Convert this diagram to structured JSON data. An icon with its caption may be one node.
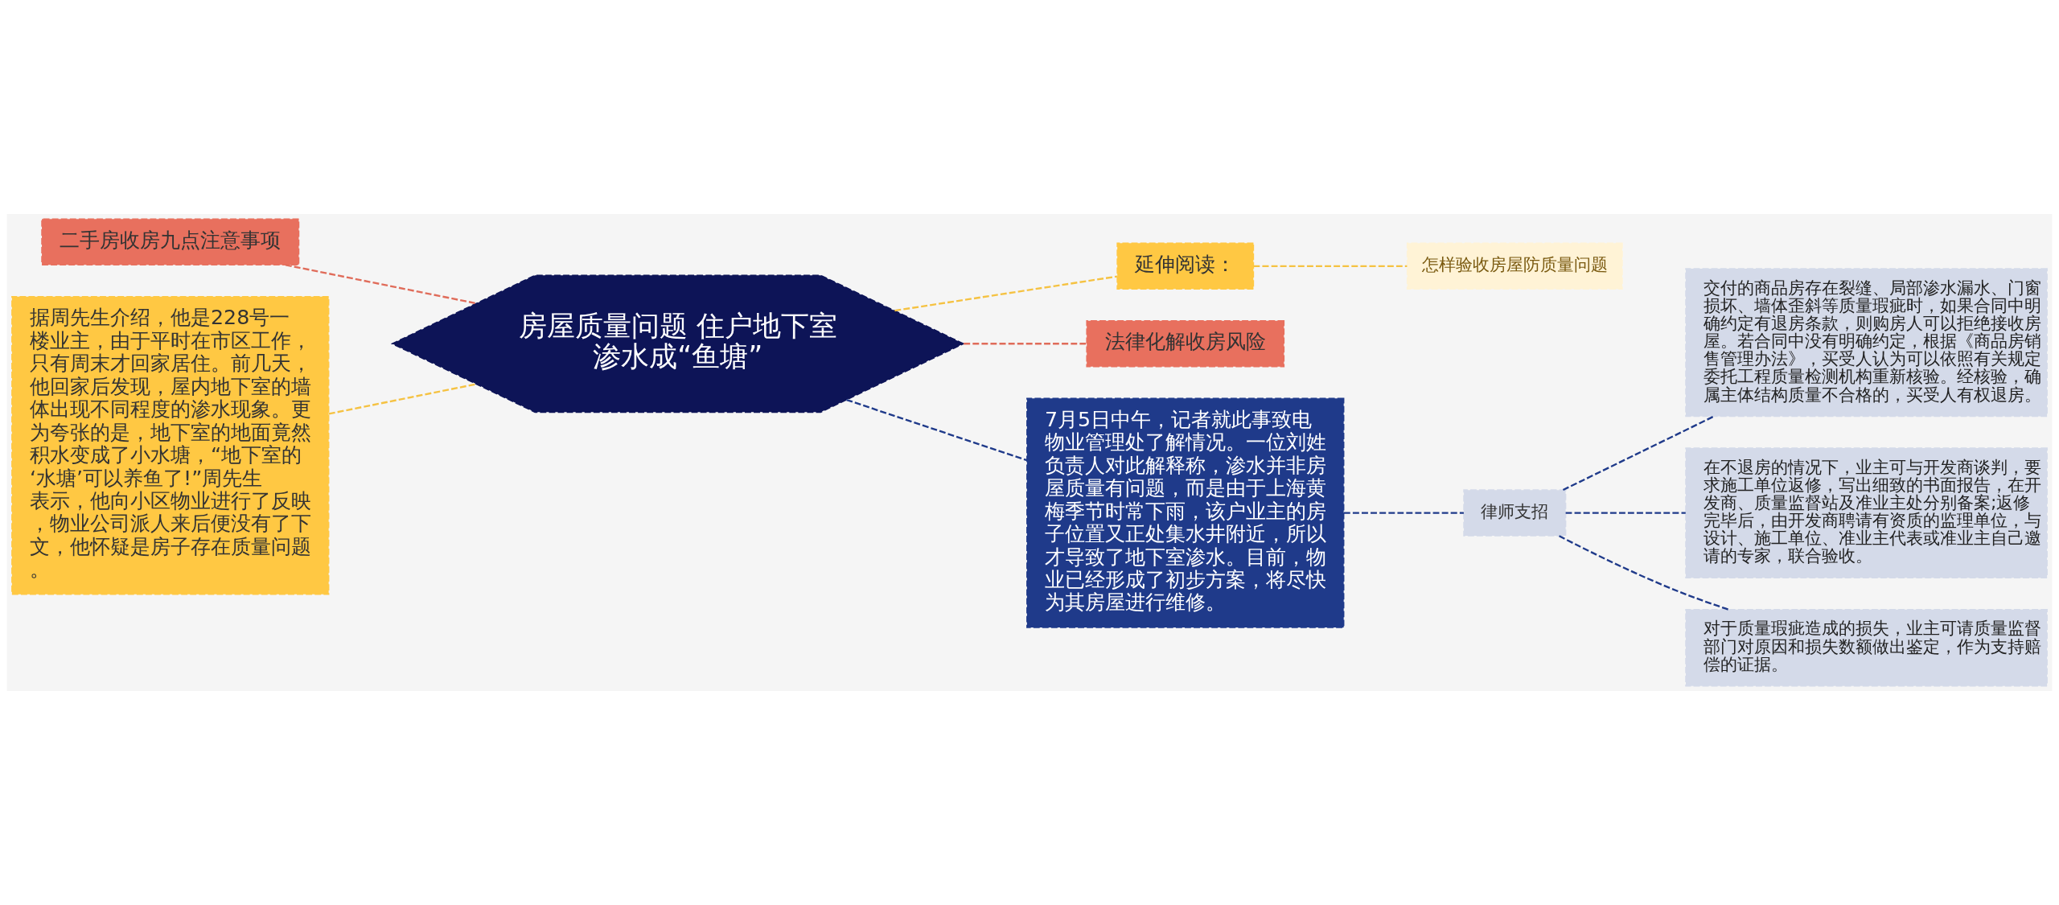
{
  "diagram": {
    "nodes": [
      {
        "text": [
          "房屋质量问题 住户地下室渗水成“鱼塘”"
        ]
      },
      {
        "text": [
          "二手房收房九点注意事项"
        ]
      },
      {
        "text": [
          "据周先生介绍，他是228号一楼业主，由于平时在市区工作，只有周末才回家居住。前几天，他回家后发现，屋内地下室的墙体出现不同程度的渗水现象。更为夸张的是，地下室的地面竟然积水变成了小水塘，“地下室的‘水塘’可以养鱼了!”周先生表示，他向小区物业进行了反映，物业公司派人来后便没有了下文，他怀疑是房子存在质量问题。"
        ]
      },
      {
        "text": [
          "延伸阅读："
        ]
      },
      {
        "text": [
          "怎样验收房屋防质量问题"
        ]
      },
      {
        "text": [
          "法律化解收房风险"
        ]
      },
      {
        "text": [
          "7月5日中午，记者就此事致电物业管理处了解情况。一位刘姓负责人对此解释称，渗水并非房屋质量有问题，而是由于上海黄梅季节时常下雨，该户业主的房子位置又正处集水井附近，所以才导致了地下室渗水。目前，物业已经形成了初步方案，将尽快为其房屋进行维修。"
        ]
      },
      {
        "text": [
          "律师支招"
        ]
      },
      {
        "text": [
          "交付的商品房存在裂缝、局部渗水漏水、门窗损坏、墙体歪斜等质量瑕疵时，如果合同中明确约定有退房条款，则购房人可以拒绝接收房屋。若合同中没有明确约定，根据《商品房销售管理办法》，买受人认为可以依照有关规定委托工程质量检测机构重新核验。经核验，确属主体结构质量不合格的，买受人有权退房。"
        ]
      },
      {
        "text": [
          "在不退房的情况下，业主可与开发商谈判，要求施工单位返修，写出细致的书面报告，在开发商、质量监督站及准业主处分别备案;返修完毕后，由开发商聘请有资质的监理单位，与设计、施工单位、准业主代表或准业主自己邀请的专家，联合验收。"
        ]
      },
      {
        "text": [
          "对于质量瑕疵造成的损失，业主可请质量监督部门对原因和损失数额做出鉴定，作为支持赔偿的证据。"
        ]
      }
    ],
    "edges": [
      {
        "from": 1,
        "to": 0,
        "arrow": "none",
        "color": "#e06c5a"
      },
      {
        "from": 2,
        "to": 0,
        "arrow": "none",
        "color": "#f5c242"
      },
      {
        "from": 0,
        "to": 3,
        "arrow": "none",
        "color": "#f5c242"
      },
      {
        "from": 3,
        "to": 4,
        "arrow": "none",
        "color": "#f5c242"
      },
      {
        "from": 0,
        "to": 5,
        "arrow": "none",
        "color": "#e06c5a"
      },
      {
        "from": 0,
        "to": 6,
        "arrow": "none"
      },
      {
        "from": 6,
        "to": 7,
        "arrow": "none"
      },
      {
        "from": 7,
        "to": 8,
        "arrow": "none"
      },
      {
        "from": 7,
        "to": 9,
        "arrow": "none"
      },
      {
        "from": 7,
        "to": 10,
        "arrow": "none"
      }
    ]
  }
}
